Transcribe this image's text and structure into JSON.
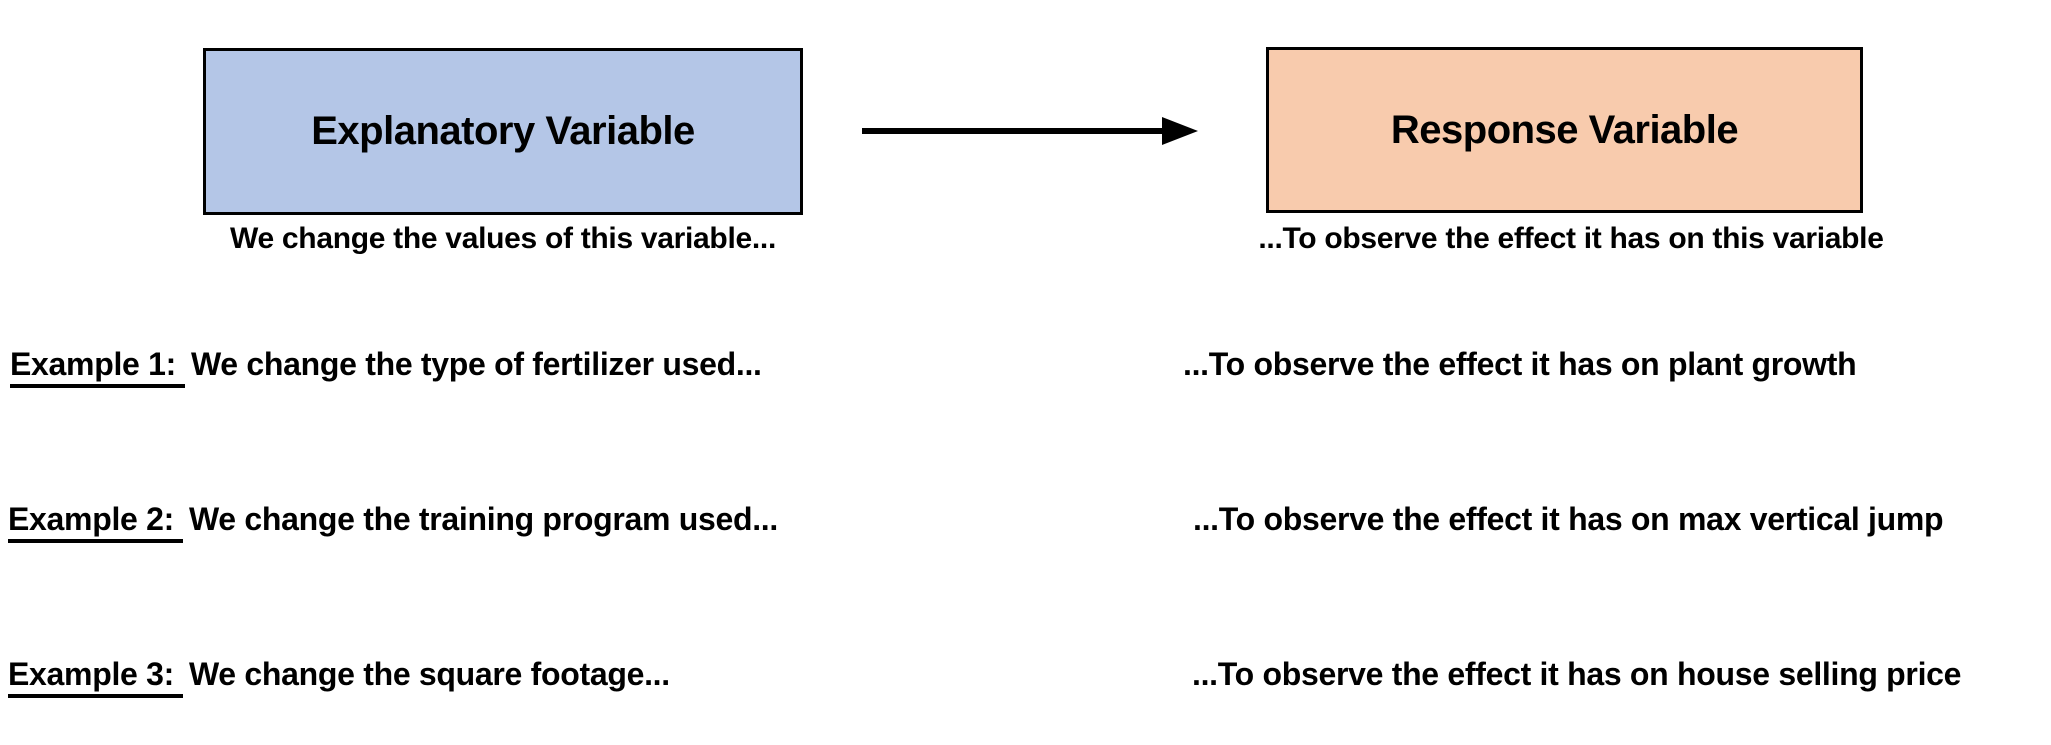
{
  "diagram": {
    "explanatory_box": {
      "label": "Explanatory Variable",
      "fill": "#B4C6E7",
      "caption": "We change the values of this variable..."
    },
    "response_box": {
      "label": "Response Variable",
      "fill": "#F8CBAD",
      "caption": "...To observe the effect it has on this variable"
    },
    "arrow": {
      "direction": "right",
      "color": "#000000"
    }
  },
  "examples": [
    {
      "label": "Example 1:",
      "left": "We change the type of fertilizer used...",
      "right": "...To observe the effect it has on plant growth"
    },
    {
      "label": "Example 2:",
      "left": "We change the training program used...",
      "right": "...To observe the effect it has on max vertical jump"
    },
    {
      "label": "Example 3:",
      "left": "We change the square footage...",
      "right": "...To observe the effect it has on house selling price"
    }
  ],
  "colors": {
    "background": "#FFFFFF",
    "box_border": "#000000",
    "text": "#000000"
  }
}
